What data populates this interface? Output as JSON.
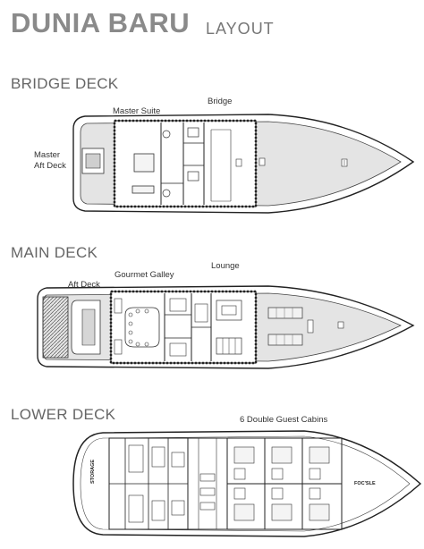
{
  "header": {
    "title": "DUNIA BARU",
    "subtitle": "LAYOUT"
  },
  "decks": {
    "bridge": {
      "title": "BRIDGE DECK",
      "labels": {
        "master_suite": "Master Suite",
        "bridge": "Bridge",
        "master_aft_deck_1": "Master",
        "master_aft_deck_2": "Aft Deck"
      }
    },
    "main": {
      "title": "MAIN DECK",
      "labels": {
        "aft_deck": "Aft Deck",
        "gourmet_galley": "Gourmet Galley",
        "lounge": "Lounge"
      }
    },
    "lower": {
      "title": "LOWER DECK",
      "labels": {
        "cabins": "6 Double Guest Cabins",
        "storage": "STORAGE",
        "focsle": "FOC'SLE"
      }
    }
  },
  "colors": {
    "hull_stroke": "#222222",
    "deck_fill": "#e4e4e4",
    "text_muted": "#8a8a8a"
  }
}
